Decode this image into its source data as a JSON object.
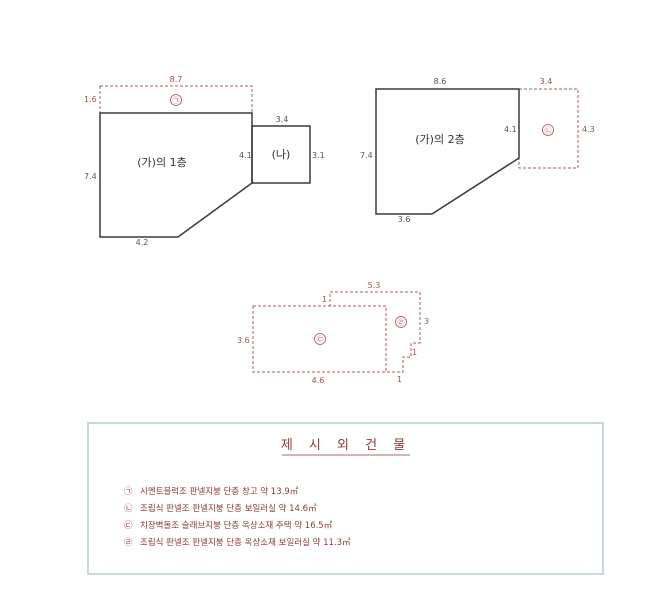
{
  "floor1": {
    "label": "(가)의 1층",
    "annex_label": "(나)",
    "marker": "㉠",
    "dims": {
      "top_dashed": "8.7",
      "left_dashed": "1.6",
      "left": "7.4",
      "bottom": "4.2",
      "annex_top": "3.4",
      "annex_left": "4.1",
      "annex_right": "3.1"
    }
  },
  "floor2": {
    "label": "(가)의 2층",
    "marker": "㉡",
    "dims": {
      "top": "8.6",
      "left": "7.4",
      "bottom": "3.6",
      "right": "4.1",
      "dashed_top": "3.4",
      "dashed_right": "4.3"
    }
  },
  "rooftop": {
    "marker_c": "㉢",
    "marker_d": "㉣",
    "dims": {
      "top": "5.3",
      "left": "3.6",
      "bottom": "4.6",
      "right": "3",
      "step_top": "1",
      "step_right": "1",
      "step_bottom": "1"
    }
  },
  "legend": {
    "title": "제 시 외 건 물",
    "items": [
      {
        "marker": "㉠",
        "text": "시멘트블럭조 판넬지붕 단층 창고 약 13.9㎡"
      },
      {
        "marker": "㉡",
        "text": "조립식 판넬조 판넬지붕 단층 보일러실 약 14.6㎡"
      },
      {
        "marker": "㉢",
        "text": "치장벽돌조 슬래브지붕 단층 옥상소재 주택 약 16.5㎡"
      },
      {
        "marker": "㉣",
        "text": "조립식 판넬조 판넬지붕 단층 옥상소재 보일러실 약 11.3㎡"
      }
    ]
  }
}
